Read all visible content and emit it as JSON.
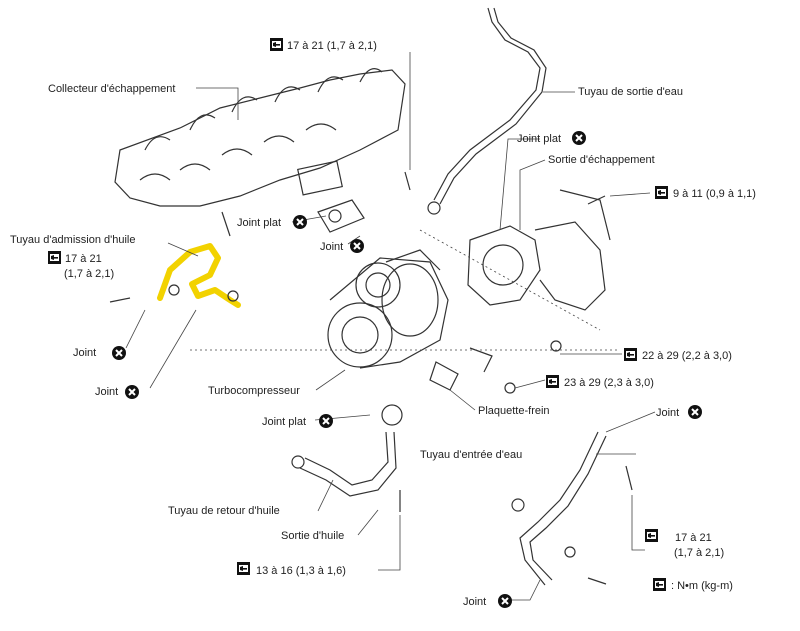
{
  "labels": {
    "collecteur": "Collecteur d'échappement",
    "tuyau_sortie_eau": "Tuyau de sortie d'eau",
    "joint_plat_top": "Joint plat",
    "sortie_echappement": "Sortie d'échappement",
    "joint_plat_left": "Joint plat",
    "joint_left_mid": "Joint",
    "tuyau_admission": "Tuyau d'admission d'huile",
    "joint_a": "Joint",
    "joint_b": "Joint",
    "turbo": "Turbocompresseur",
    "joint_plat_bottom": "Joint plat",
    "plaquette": "Plaquette-frein",
    "joint_right": "Joint",
    "tuyau_entree_eau": "Tuyau d'entrée d'eau",
    "tuyau_retour": "Tuyau de retour d'huile",
    "sortie_huile": "Sortie d'huile",
    "joint_bottom": "Joint"
  },
  "torques": {
    "t1": "17 à 21 (1,7 à 2,1)",
    "t2": "9 à 11 (0,9 à 1,1)",
    "t3_line1": "17 à 21",
    "t3_line2": "(1,7 à 2,1)",
    "t4": "22 à 29 (2,2 à 3,0)",
    "t5": "23 à 29 (2,3 à 3,0)",
    "t6_line1": "17 à 21",
    "t6_line2": "(1,7 à 2,1)",
    "t7": "13 à 16 (1,3 à 1,6)"
  },
  "legend": {
    "unit": ": N•m (kg-m)"
  },
  "colors": {
    "highlight": "#f2d200",
    "ink": "#333333"
  }
}
